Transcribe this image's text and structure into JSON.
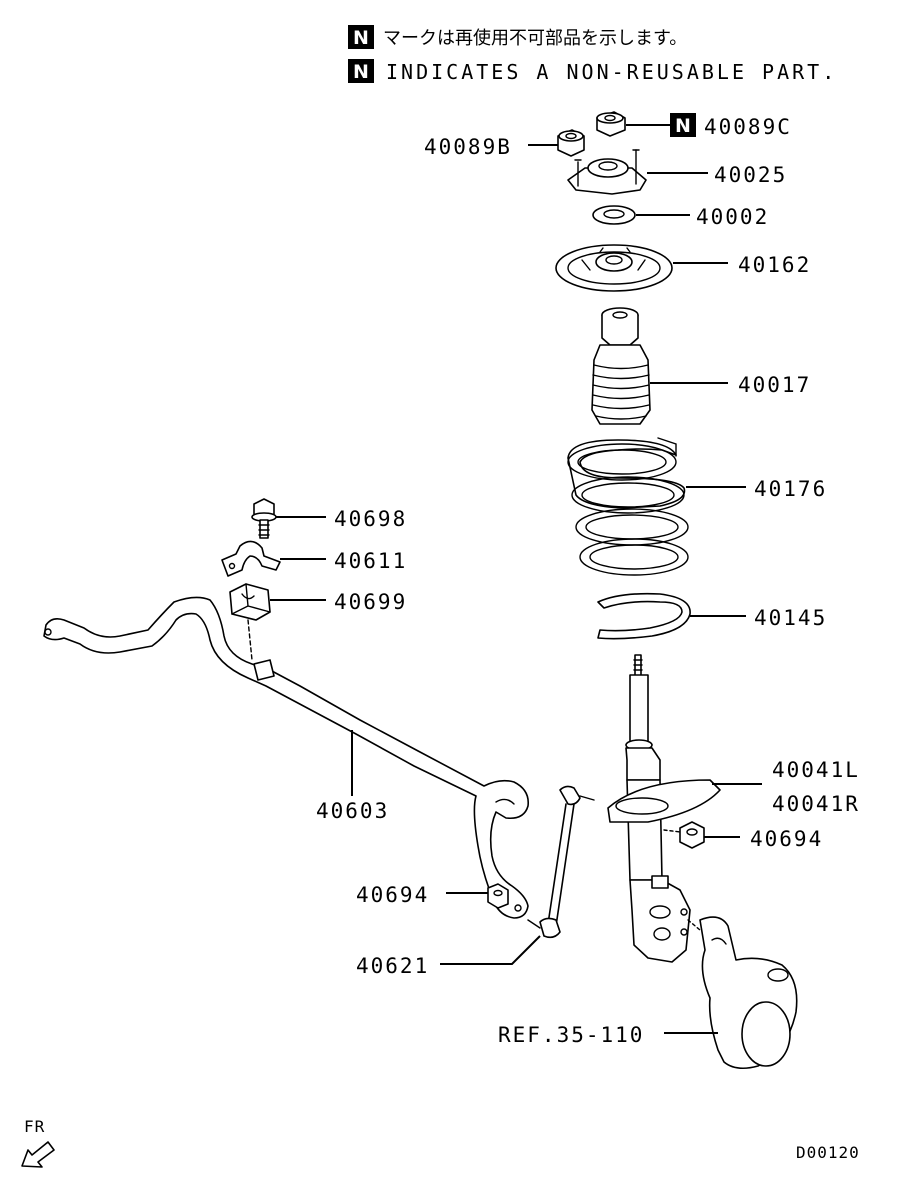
{
  "legend": {
    "badge": "N",
    "japanese": "マークは再使用不可部品を示します。",
    "english": "INDICATES A NON-REUSABLE PART."
  },
  "callouts": {
    "p40089C": "40089C",
    "p40089B": "40089B",
    "p40025": "40025",
    "p40002": "40002",
    "p40162": "40162",
    "p40017": "40017",
    "p40176": "40176",
    "p40145": "40145",
    "p40041L": "40041L",
    "p40041R": "40041R",
    "p40694a": "40694",
    "p40694b": "40694",
    "p40698": "40698",
    "p40611": "40611",
    "p40699": "40699",
    "p40603": "40603",
    "p40621": "40621",
    "ref": "REF.35-110"
  },
  "direction": {
    "label": "FR"
  },
  "diagram_code": "D00120",
  "icons": {
    "non_reusable": "N-badge-icon",
    "front": "front-arrow-icon"
  }
}
